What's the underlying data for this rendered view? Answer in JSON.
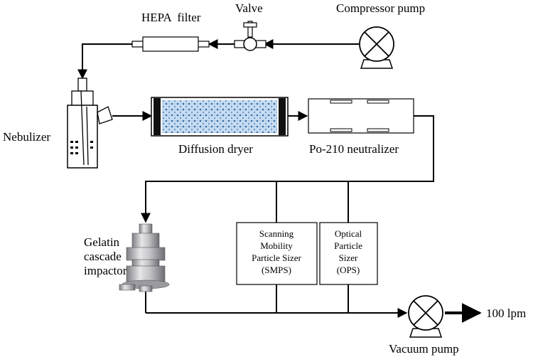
{
  "labels": {
    "hepa_filter": "HEPA  filter",
    "valve": "Valve",
    "compressor_pump": "Compressor pump",
    "nebulizer": "Nebulizer",
    "diffusion_dryer": "Diffusion dryer",
    "neutralizer": "Po-210 neutralizer",
    "impactor": [
      "Gelatin",
      "cascade",
      "impactor"
    ],
    "smps": [
      "Scanning",
      "Mobility",
      "Particle Sizer",
      "(SMPS)"
    ],
    "ops": [
      "Optical",
      "Particle",
      "Sizer",
      "(OPS)"
    ],
    "vacuum_pump": "Vacuum pump",
    "flow_rate": "100 lpm"
  },
  "colors": {
    "line": "#000000",
    "dryer_fill": "#bcd3ec",
    "dryer_dots": "#2f6aa3",
    "impactor_light": "#d9d9dc",
    "impactor_dark": "#8a8a90"
  }
}
